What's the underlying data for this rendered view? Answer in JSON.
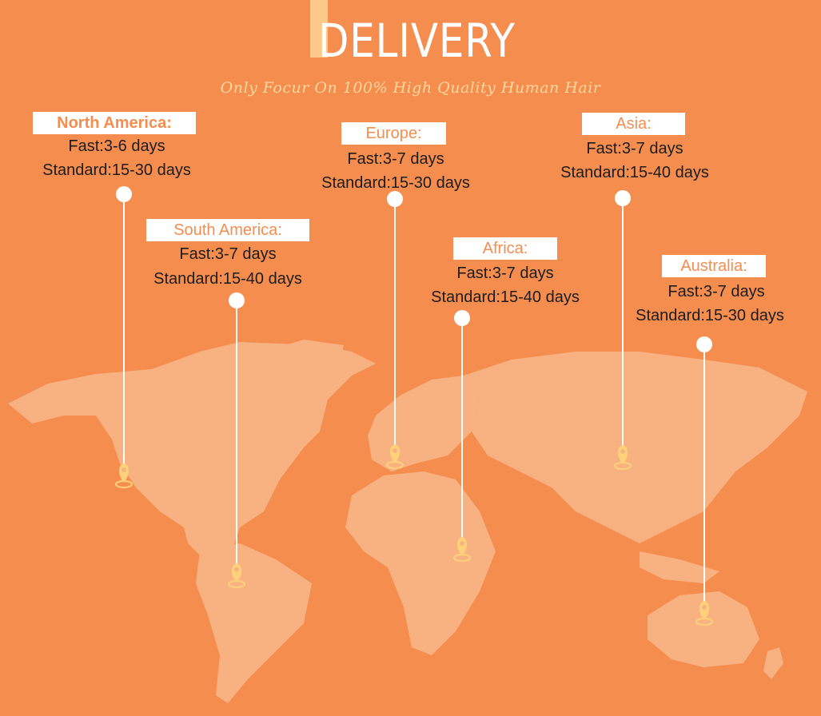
{
  "header": {
    "title": "DELIVERY",
    "subtitle": "Only Focur On 100% High Quality Human Hair"
  },
  "colors": {
    "background": "#f58d4f",
    "map_land": "#f8b282",
    "accent_bar": "#ffc98a",
    "pin": "#ffd27a",
    "label_text": "#f58d4f"
  },
  "regions": [
    {
      "id": "north-america",
      "name": "North America:",
      "fast": "Fast:3-6 days",
      "standard": "Standard:15-30 days"
    },
    {
      "id": "south-america",
      "name": "South America:",
      "fast": "Fast:3-7 days",
      "standard": "Standard:15-40 days"
    },
    {
      "id": "europe",
      "name": "Europe:",
      "fast": "Fast:3-7 days",
      "standard": "Standard:15-30 days"
    },
    {
      "id": "africa",
      "name": "Africa:",
      "fast": "Fast:3-7 days",
      "standard": "Standard:15-40 days"
    },
    {
      "id": "asia",
      "name": "Asia:",
      "fast": "Fast:3-7 days",
      "standard": "Standard:15-40 days"
    },
    {
      "id": "australia",
      "name": "Australia:",
      "fast": "Fast:3-7 days",
      "standard": "Standard:15-30 days"
    }
  ],
  "pin_icon": "location-pin-icon"
}
